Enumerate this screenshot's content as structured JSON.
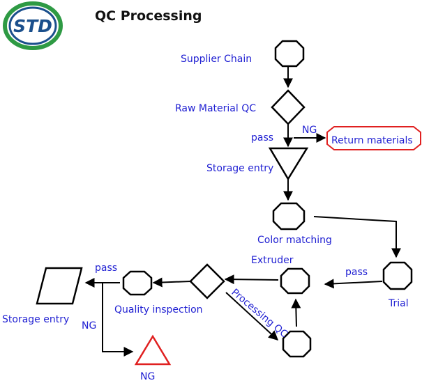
{
  "logo": {
    "text": "STD",
    "ring_color": "#2e9a44",
    "text_color": "#1a4f8c"
  },
  "title": "QC Processing",
  "label_color": "#1f1fd2",
  "alert_color": "#e02020",
  "nodes": {
    "supplier_chain": "Supplier Chain",
    "raw_material_qc": "Raw Material QC",
    "return_materials": "Return materials",
    "storage_entry_top": "Storage entry",
    "color_matching": "Color matching",
    "trial": "Trial",
    "extruder": "Extruder",
    "processing_qc": "Processing QC",
    "quality_inspection": "Quality inspection",
    "storage_entry_left": "Storage entry",
    "ng_node": "NG"
  },
  "edge_labels": {
    "raw_pass": "pass",
    "raw_ng": "NG",
    "trial_pass": "pass",
    "inspection_pass": "pass",
    "inspection_ng": "NG"
  }
}
